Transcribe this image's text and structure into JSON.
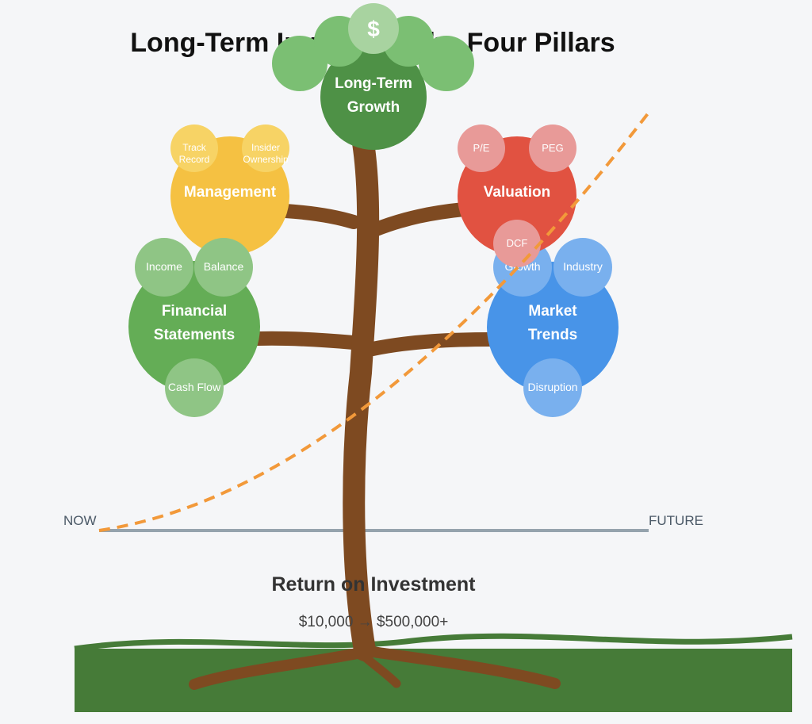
{
  "title": "Long-Term Investing: The Four Pillars",
  "crown": {
    "symbol": "$",
    "label_line1": "Long-Term",
    "label_line2": "Growth"
  },
  "pillars": {
    "management": {
      "label": "Management",
      "subs": [
        "Track",
        "Record",
        "Insider",
        "Ownership"
      ]
    },
    "valuation": {
      "label": "Valuation",
      "subs": [
        "P/E",
        "PEG",
        "DCF"
      ]
    },
    "financial": {
      "label_line1": "Financial",
      "label_line2": "Statements",
      "subs": [
        "Income",
        "Balance",
        "Cash Flow"
      ]
    },
    "market": {
      "label_line1": "Market",
      "label_line2": "Trends",
      "subs": [
        "Growth",
        "Industry",
        "Disruption"
      ]
    }
  },
  "timeline": {
    "start": "NOW",
    "end": "FUTURE"
  },
  "roi": {
    "title": "Return on Investment",
    "range": "$10,000 → $500,000+"
  },
  "colors": {
    "trunk": "#7e4a21",
    "crown": "#4e9146",
    "crown_light": "#7bbf73",
    "management": "#f5c142",
    "management_light": "#f7d365",
    "valuation": "#e15241",
    "valuation_light": "#e89a98",
    "financial": "#64ad56",
    "financial_light": "#8fc585",
    "market": "#4894e8",
    "market_light": "#79b0ee",
    "curve": "#f2993a",
    "ground": "#467b38",
    "timeline": "#95a3ad"
  }
}
